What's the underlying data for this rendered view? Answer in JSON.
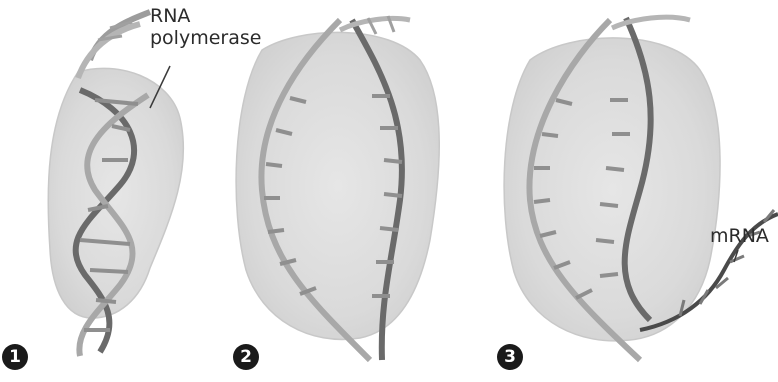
{
  "labels": {
    "rna_polymerase_line1": "RNA",
    "rna_polymerase_line2": "polymerase",
    "mrna": "mRNA"
  },
  "steps": [
    "1",
    "2",
    "3"
  ],
  "colors": {
    "enzyme": "#d9d9d9",
    "enzyme_edge": "#c4c4c4",
    "strand_dark": "#6a6a6a",
    "strand_light": "#a8a8a8",
    "bases": "#8f8f8f",
    "mrna": "#4a4a4a",
    "text": "#2b2b2b"
  },
  "icons": {
    "step_markers": "filled-circle-numerals"
  }
}
